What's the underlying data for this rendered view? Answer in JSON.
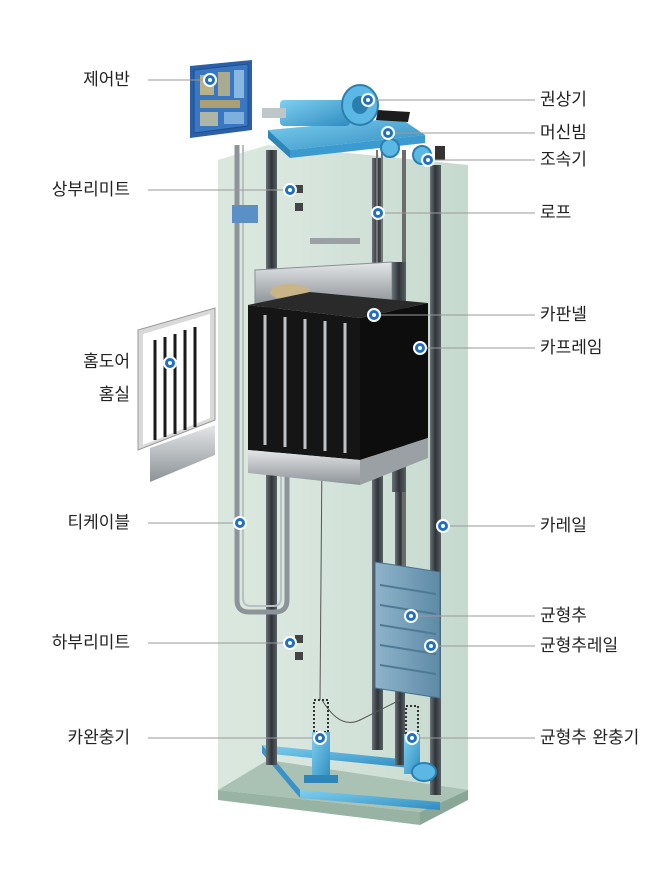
{
  "labels": {
    "control_panel": "제어반",
    "upper_limit": "상부리미트",
    "hall_door": "홈도어",
    "hall_sill": "홈실",
    "traveling_cable": "티케이블",
    "lower_limit": "하부리미트",
    "car_buffer": "카완충기",
    "traction_machine": "권상기",
    "machine_beam": "머신빔",
    "governor": "조속기",
    "rope": "로프",
    "car_panel": "카판넬",
    "car_frame": "카프레임",
    "car_rail": "카레일",
    "counterweight": "균형추",
    "counterweight_rail": "균형추레일",
    "counterweight_buffer": "균형추 완충기"
  },
  "colors": {
    "shaft_glass": "#c9ddd2",
    "structure_blue": "#4aa8d8",
    "rail_dark": "#3d4347",
    "car_panel": "#121212",
    "counterweight": "#6f9ab5",
    "marker": "#1f6fc5"
  }
}
